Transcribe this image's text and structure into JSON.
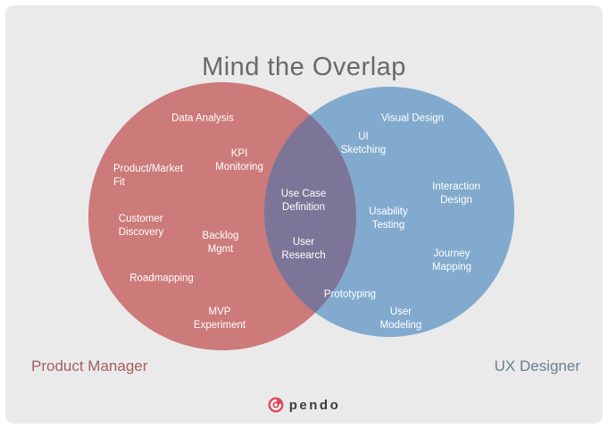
{
  "title": "Mind the Overlap",
  "venn": {
    "left": {
      "label": "Product Manager",
      "color": "#cd7a7a",
      "items": [
        {
          "label": "Data Analysis"
        },
        {
          "label": "KPI\nMonitoring"
        },
        {
          "label": "Product/Market\nFit"
        },
        {
          "label": "Customer\nDiscovery"
        },
        {
          "label": "Backlog\nMgmt"
        },
        {
          "label": "Roadmapping"
        },
        {
          "label": "MVP\nExperiment"
        }
      ]
    },
    "overlap": {
      "color": "#7d7597",
      "items": [
        {
          "label": "Use Case\nDefinition"
        },
        {
          "label": "User\nResearch"
        }
      ]
    },
    "right": {
      "label": "UX Designer",
      "color": "#81aace",
      "items": [
        {
          "label": "Visual Design"
        },
        {
          "label": "UI\nSketching"
        },
        {
          "label": "Interaction\nDesign"
        },
        {
          "label": "Usability\nTesting"
        },
        {
          "label": "Journey\nMapping"
        },
        {
          "label": "Prototyping"
        },
        {
          "label": "User\nModeling"
        }
      ]
    }
  },
  "footer": {
    "brand": "pendo",
    "brand_color": "#e04a5d"
  }
}
